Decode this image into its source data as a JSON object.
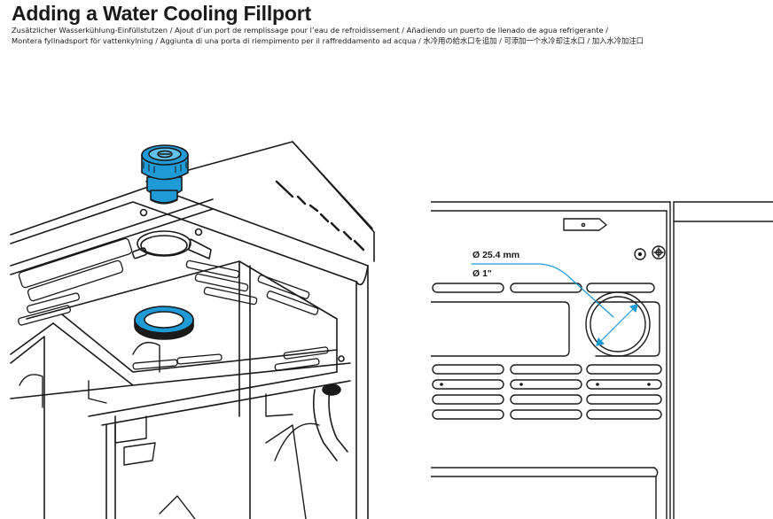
{
  "header": {
    "title": "Adding a Water Cooling Fillport",
    "subtitle_line1": "Zusätzlicher Wasserkühlung-Einfüllstutzen / Ajout d’un port de remplissage pour l’eau de refroidissement / Añadiendo un puerto de llenado de agua refrigerante /",
    "subtitle_line2": "Montera fyllnadsport för vattenkylning / Aggiunta di una porta di riempimento per il raffreddamento ad acqua / 水冷用の給水口を追加 / 可添加一个水冷却注水口 / 加入水冷加注口"
  },
  "detail": {
    "dimension_mm": "Ø 25.4 mm",
    "dimension_in": "Ø 1\""
  },
  "colors": {
    "accent_blue": "#1e9ad6",
    "line": "#1a1a1a"
  }
}
